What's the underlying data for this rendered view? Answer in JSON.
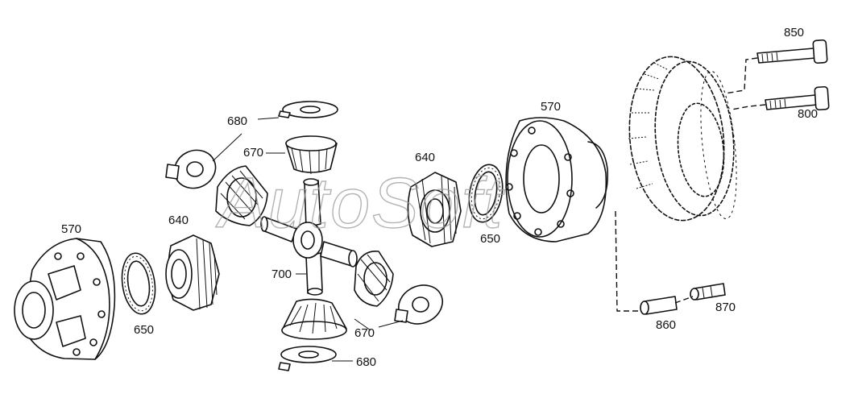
{
  "watermark": "AutoSoft",
  "labels": {
    "housing_left": "570",
    "housing_right": "570",
    "gasket_left": "650",
    "gasket_right": "650",
    "side_gear_left": "640",
    "side_gear_right": "640",
    "thrust_washer_top": "680",
    "thrust_washer_bottom": "680",
    "pinion_top": "670",
    "pinion_bottom": "670",
    "spider": "700",
    "bolt_top": "850",
    "bolt_bottom": "800",
    "pin_left": "860",
    "pin_right": "870"
  }
}
